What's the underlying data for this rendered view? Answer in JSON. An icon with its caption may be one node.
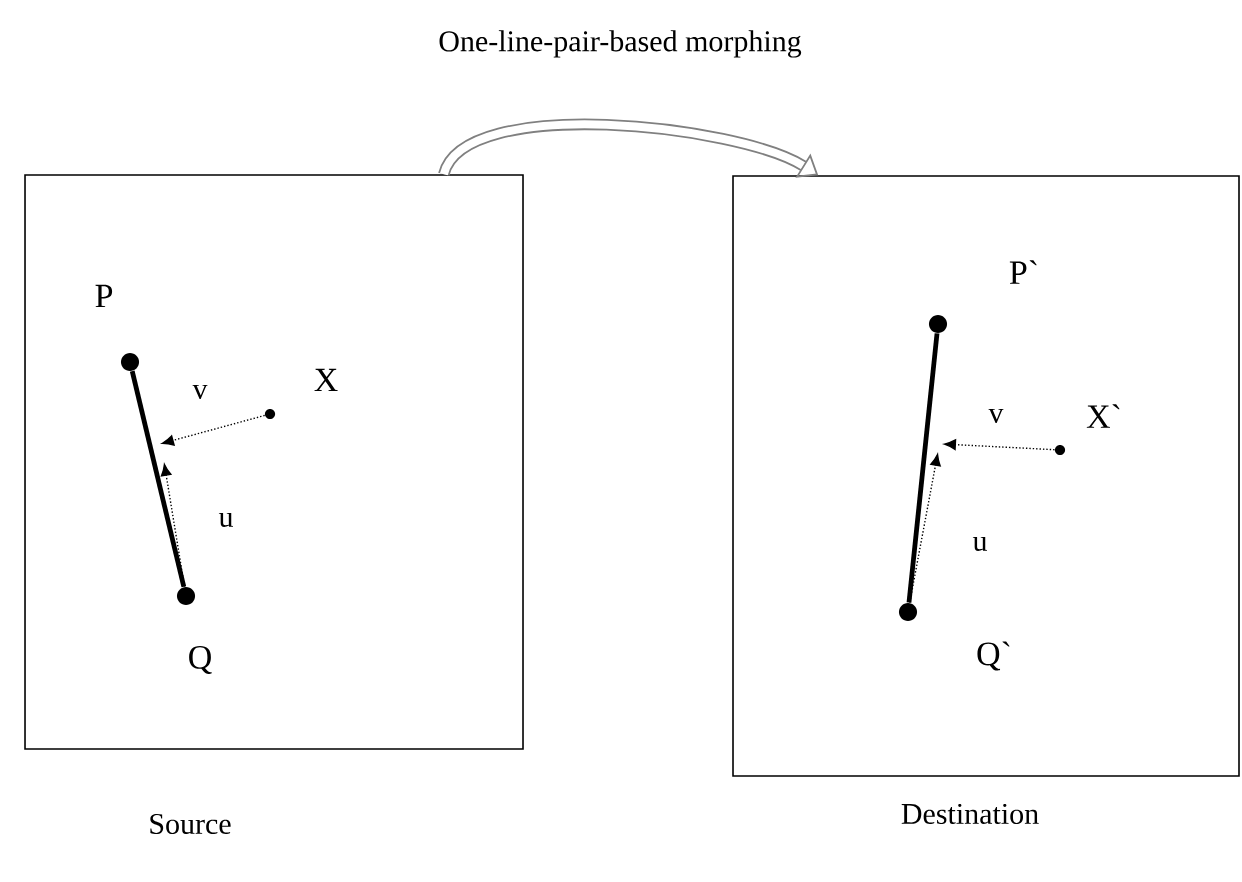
{
  "diagram": {
    "title": "One-line-pair-based morphing",
    "nodes": [
      {
        "text": [],
        "shape": "box",
        "beside": [
          "Source"
        ]
      },
      {
        "text": [
          "P"
        ],
        "in": 0
      },
      {
        "text": [
          "X"
        ],
        "in": 0
      },
      {
        "text": [
          "Q"
        ],
        "in": 0
      },
      {
        "text": [],
        "shape": "box",
        "beside": [
          "Destination"
        ]
      },
      {
        "text": [
          "P`"
        ],
        "in": 4
      },
      {
        "text": [
          "X`"
        ],
        "in": 4
      },
      {
        "text": [
          "Q`"
        ],
        "in": 4
      }
    ],
    "edges": [
      {
        "from": 0,
        "to": 4,
        "arrow": "to",
        "style": "thick",
        "color": "#808080"
      },
      {
        "from": 1,
        "to": 3,
        "arrow": "none",
        "style": "thick"
      },
      {
        "from": 2,
        "to": null,
        "arrow": "to",
        "label": "v",
        "style": "dashed"
      },
      {
        "from": 3,
        "to": null,
        "arrow": "to",
        "label": "u",
        "style": "dashed"
      },
      {
        "from": 5,
        "to": 7,
        "arrow": "none",
        "style": "thick"
      },
      {
        "from": 6,
        "to": null,
        "arrow": "to",
        "label": "v",
        "style": "dashed"
      },
      {
        "from": 7,
        "to": null,
        "arrow": "to",
        "label": "u",
        "style": "dashed"
      }
    ]
  }
}
